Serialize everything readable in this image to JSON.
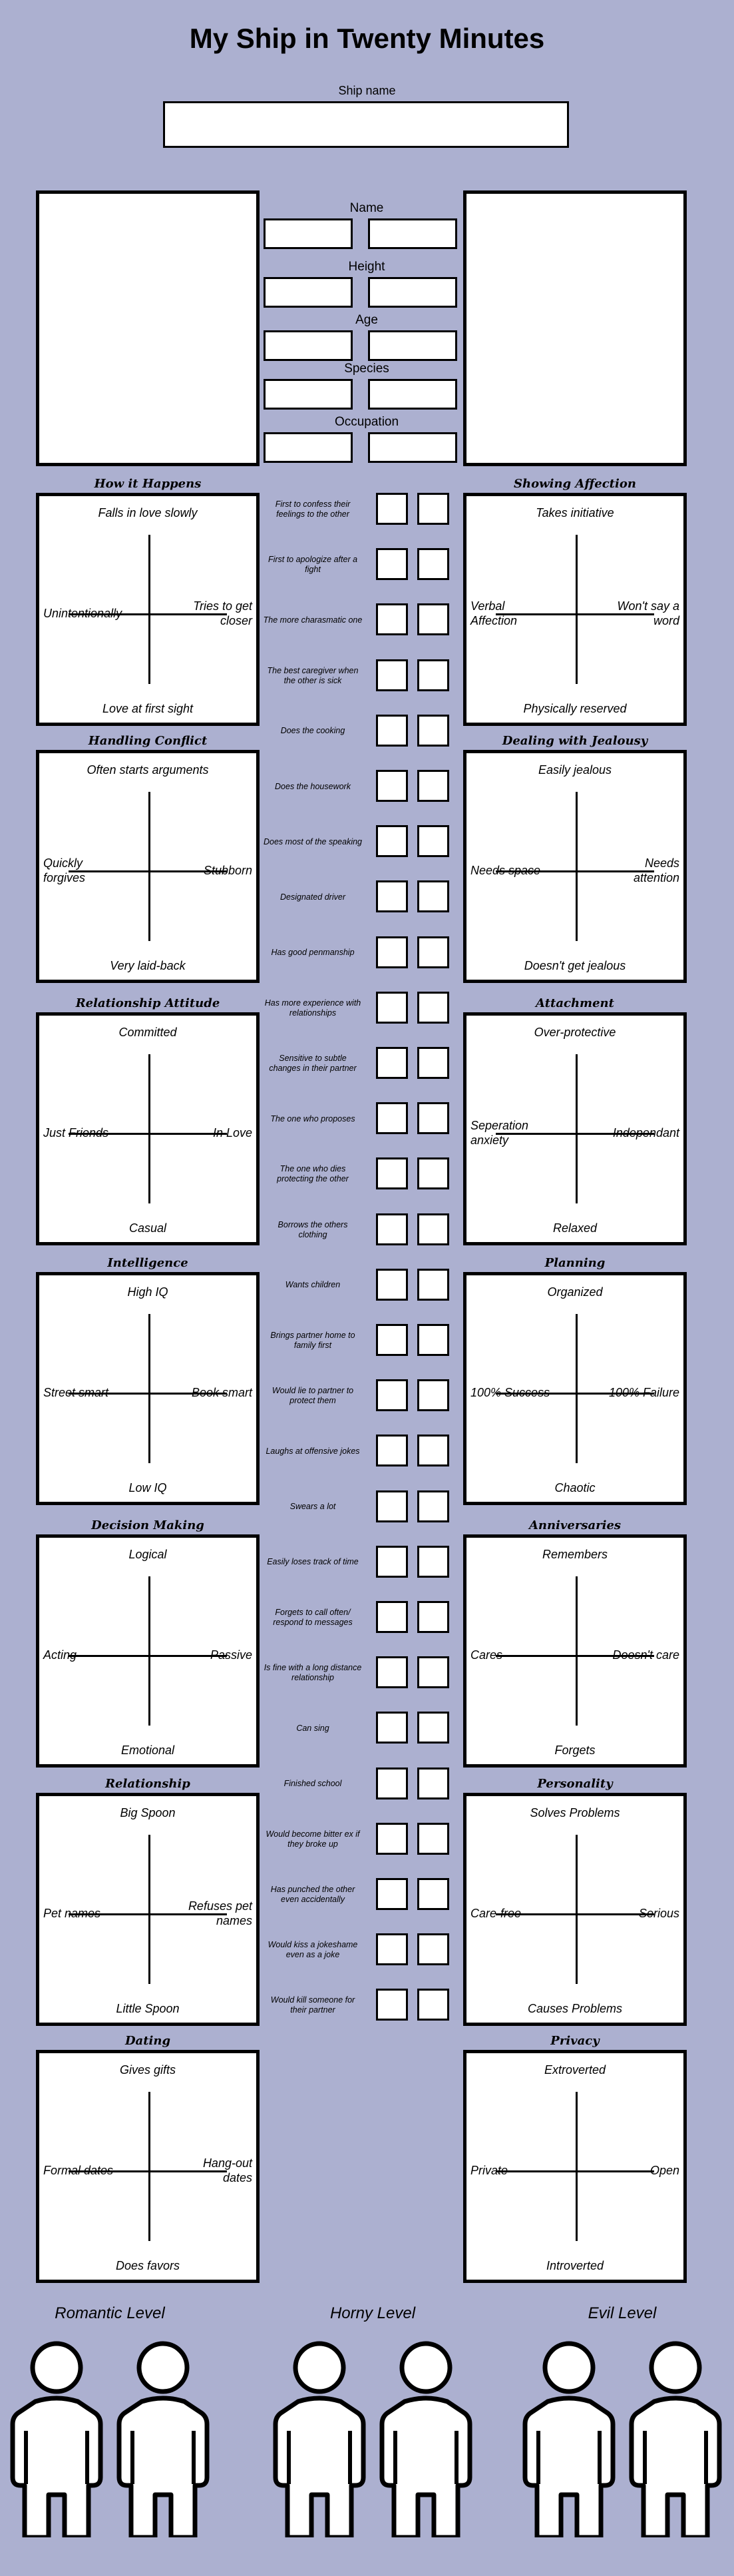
{
  "title": "My Ship in Twenty Minutes",
  "ship_name_label": "Ship name",
  "info_labels": [
    "Name",
    "Height",
    "Age",
    "Species",
    "Occupation"
  ],
  "left_quads": [
    {
      "title": "How it Happens",
      "top": "Falls in love slowly",
      "bottom": "Love at first sight",
      "left": "Unintentionally",
      "right": "Tries to get closer"
    },
    {
      "title": "Handling Conflict",
      "top": "Often starts arguments",
      "bottom": "Very laid-back",
      "left": "Quickly forgives",
      "right": "Stubborn"
    },
    {
      "title": "Relationship Attitude",
      "top": "Committed",
      "bottom": "Casual",
      "left": "Just Friends",
      "right": "In Love"
    },
    {
      "title": "Intelligence",
      "top": "High IQ",
      "bottom": "Low IQ",
      "left": "Street smart",
      "right": "Book smart"
    },
    {
      "title": "Decision Making",
      "top": "Logical",
      "bottom": "Emotional",
      "left": "Acting",
      "right": "Passive"
    },
    {
      "title": "Relationship",
      "top": "Big Spoon",
      "bottom": "Little Spoon",
      "left": "Pet names",
      "right": "Refuses pet names"
    },
    {
      "title": "Dating",
      "top": "Gives gifts",
      "bottom": "Does favors",
      "left": "Formal dates",
      "right": "Hang-out dates"
    }
  ],
  "right_quads": [
    {
      "title": "Showing Affection",
      "top": "Takes initiative",
      "bottom": "Physically reserved",
      "left": "Verbal Affection",
      "right": "Won't say a word"
    },
    {
      "title": "Dealing with Jealousy",
      "top": "Easily jealous",
      "bottom": "Doesn't get jealous",
      "left": "Needs space",
      "right": "Needs attention"
    },
    {
      "title": "Attachment",
      "top": "Over-protective",
      "bottom": "Relaxed",
      "left": "Seperation anxiety",
      "right": "Independant"
    },
    {
      "title": "Planning",
      "top": "Organized",
      "bottom": "Chaotic",
      "left": "100% Success",
      "right": "100% Failure"
    },
    {
      "title": "Anniversaries",
      "top": "Remembers",
      "bottom": "Forgets",
      "left": "Cares",
      "right": "Doesn't care"
    },
    {
      "title": "Personality",
      "top": "Solves Problems",
      "bottom": "Causes Problems",
      "left": "Care-free",
      "right": "Serious"
    },
    {
      "title": "Privacy",
      "top": "Extroverted",
      "bottom": "Introverted",
      "left": "Private",
      "right": "Open"
    }
  ],
  "traits": [
    "First to confess their feelings to the other",
    "First to apologize after a fight",
    "The more charasmatic one",
    "The best caregiver when the other is sick",
    "Does the cooking",
    "Does the housework",
    "Does most of the speaking",
    "Designated driver",
    "Has good penmanship",
    "Has more experience with relationships",
    "Sensitive to subtle changes in their partner",
    "The one who proposes",
    "The one who dies protecting the other",
    "Borrows the others clothing",
    "Wants children",
    "Brings partner home to family first",
    "Would lie to partner to protect them",
    "Laughs at offensive jokes",
    "Swears a lot",
    "Easily loses track of time",
    "Forgets to call often/ respond to messages",
    "Is fine with a long distance relationship",
    "Can sing",
    "Finished school",
    "Would become bitter ex if they broke up",
    "Has punched the other even accidentally",
    "Would kiss a jokeshame even as a joke",
    "Would kill someone for their partner"
  ],
  "levels": [
    "Romantic Level",
    "Horny Level",
    "Evil Level"
  ],
  "colors": {
    "background": "#acb0d0",
    "box": "#ffffff",
    "line": "#000000"
  }
}
